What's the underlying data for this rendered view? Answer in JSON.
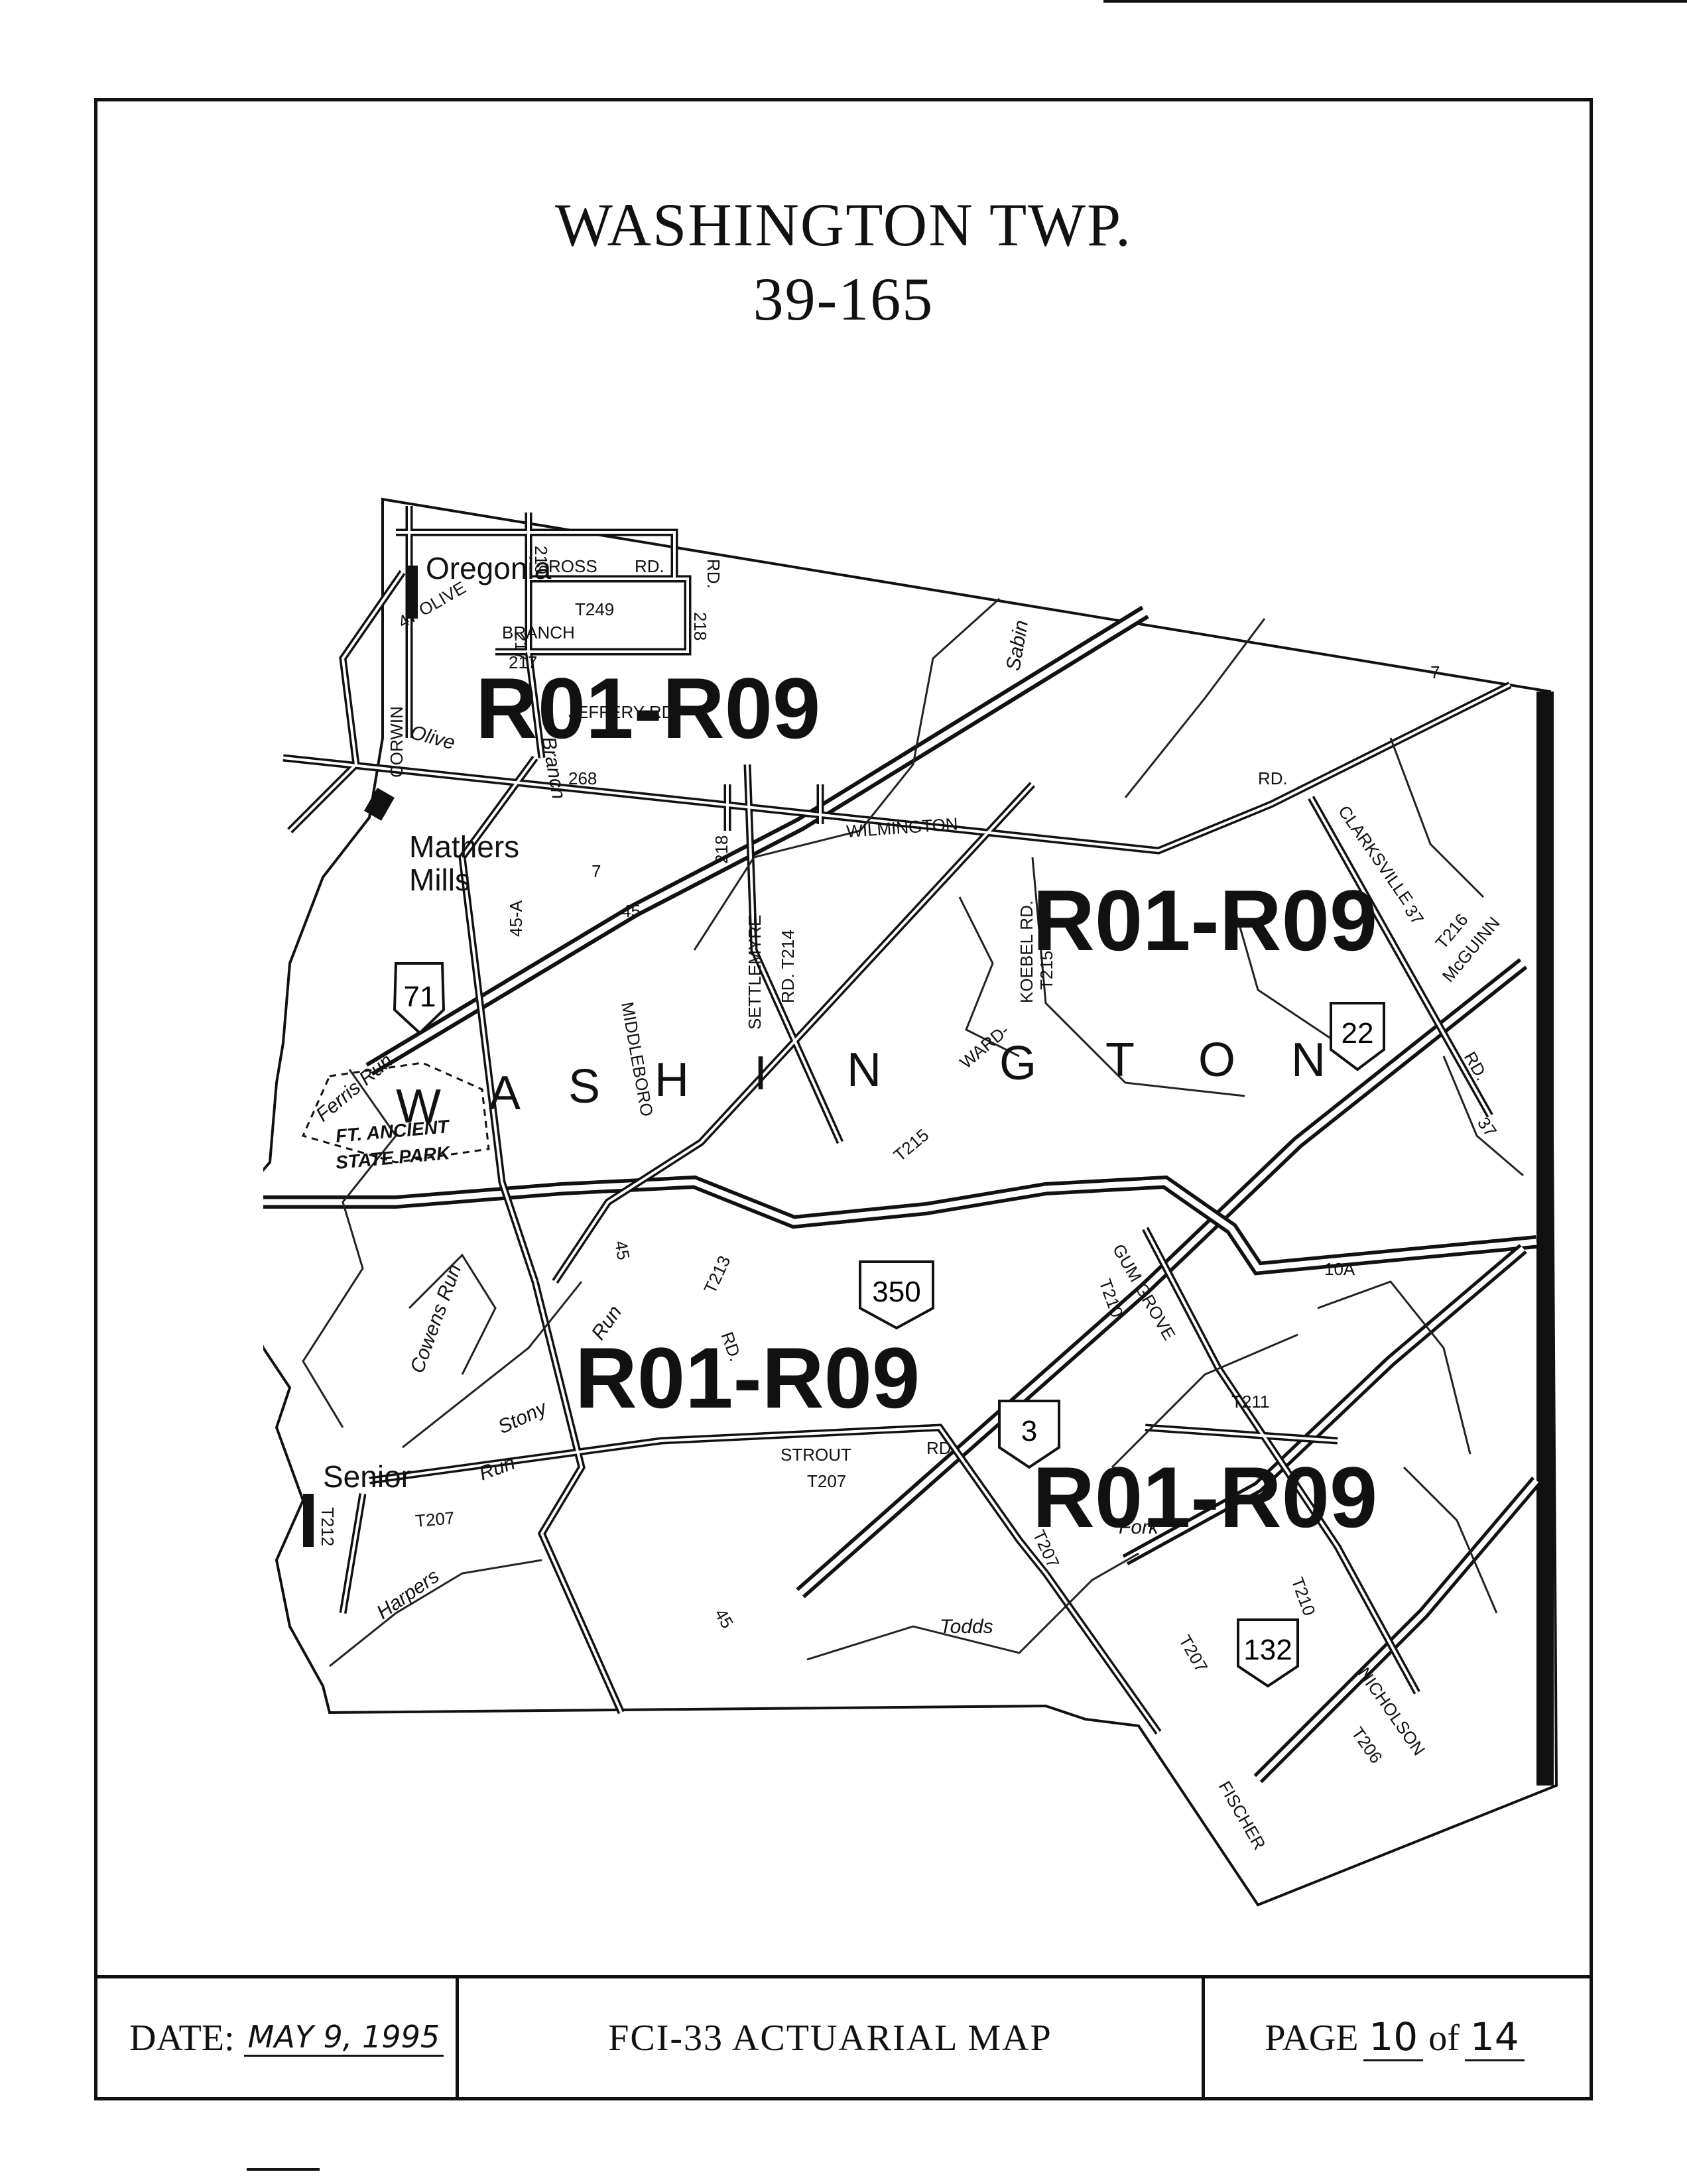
{
  "title": {
    "line1": "WASHINGTON TWP.",
    "line2": "39-165"
  },
  "map": {
    "territory_codes": [
      "R01-R09",
      "R01-R09",
      "R01-R09",
      "R01-R09"
    ],
    "township_label": [
      "W",
      "A",
      "S",
      "H",
      "I",
      "N",
      "G",
      "T",
      "O",
      "N"
    ],
    "places": {
      "oregonia": "Oregonia",
      "mathers": "Mathers",
      "mills": "Mills",
      "senior": "Senior"
    },
    "roads": {
      "ross": "ROSS",
      "ross_rd": "RD.",
      "t249": "T249",
      "jeffery": "JEFFERY RD.",
      "olive": "47 OLIVE",
      "branch": "BRANCH",
      "corwin": "CORWIN",
      "n268": "268",
      "n7": "7",
      "n7b": "7",
      "n218": "218",
      "n217": "217",
      "n217b": "217",
      "n219": "219",
      "wilmington": "WILMINGTON",
      "rd_a": "RD.",
      "rd_b": "RD.",
      "n45a": "45-A",
      "n45": "45",
      "n45b": "45",
      "n45c": "45",
      "settlemyre": "SETTLEMYRE",
      "t214": "RD. T214",
      "koebel": "KOEBEL RD.",
      "t215": "T215",
      "t215b": "T215",
      "ward": "WARD-",
      "middleboro": "MIDDLEBORO",
      "clarksville": "CLARKSVILLE",
      "n37": "37",
      "n37b": "37",
      "t216": "T216",
      "mcguinn": "McGUINN",
      "gumgrove": "GUM GROVE",
      "t210": "T210",
      "t210b": "T210",
      "t211": "T211",
      "n10a": "10A",
      "t213": "T213",
      "rd_c": "RD.",
      "strout": "STROUT",
      "rd_d": "RD.",
      "t207": "T207",
      "t207b": "T207",
      "t207c": "T207",
      "t207d": "T207",
      "t212": "T212",
      "nicholson": "NICHOLSON",
      "t206": "T206",
      "fischer": "FISCHER",
      "rd_e": "RD."
    },
    "water": {
      "olive_branch": "Olive",
      "branch": "Branch",
      "sabin": "Sabin",
      "ferris": "Ferris Run",
      "cowens": "Cowens Run",
      "stony": "Stony",
      "run": "Run",
      "senior_run": "Run",
      "harpers": "Harpers",
      "todds": "Todds",
      "fork": "Fork"
    },
    "park": {
      "line1": "FT. ANCIENT",
      "line2": "STATE PARK"
    },
    "shields": {
      "i71": "71",
      "us22": "22",
      "sr350": "350",
      "sr3": "3",
      "sr132": "132"
    }
  },
  "footer": {
    "date_label": "DATE:",
    "date_value": "MAY 9, 1995",
    "map_name": "FCI-33 ACTUARIAL  MAP",
    "page_label": "PAGE",
    "page_num": "10",
    "page_of": "of",
    "page_total": "14"
  }
}
